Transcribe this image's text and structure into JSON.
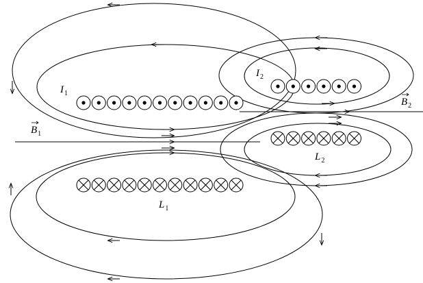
{
  "labels": {
    "I1": {
      "main": "I",
      "sub": "1"
    },
    "I2": {
      "main": "I",
      "sub": "2"
    },
    "B1": {
      "main": "B",
      "sub": "1"
    },
    "B2": {
      "main": "B",
      "sub": "2"
    },
    "L1": {
      "main": "L",
      "sub": "1"
    },
    "L2": {
      "main": "L",
      "sub": "2"
    }
  },
  "coils": {
    "I1": {
      "count": 11,
      "type": "dot"
    },
    "I2": {
      "count": 6,
      "type": "dot"
    },
    "L1": {
      "count": 11,
      "type": "cross"
    },
    "L2": {
      "count": 6,
      "type": "cross"
    }
  }
}
